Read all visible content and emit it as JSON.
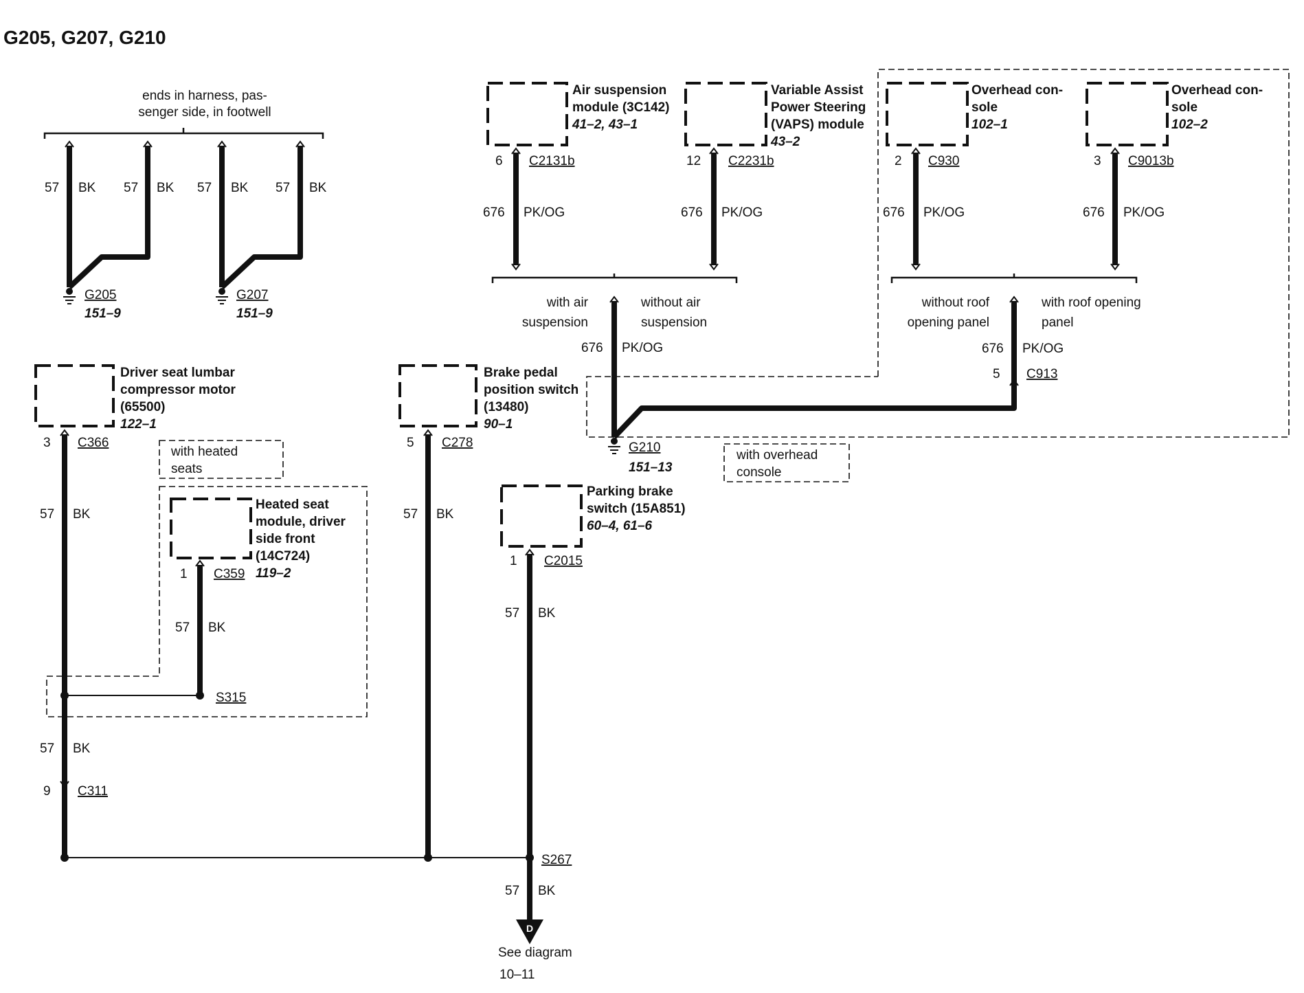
{
  "title": "G205, G207, G210",
  "harness_note": [
    "ends in harness, pas-",
    "senger side, in footwell"
  ],
  "wire_57_bk": {
    "num": "57",
    "color": "BK"
  },
  "wire_676_pkog": {
    "num": "676",
    "color": "PK/OG"
  },
  "grounds": {
    "g205": {
      "id": "G205",
      "ref": "151–9"
    },
    "g207": {
      "id": "G207",
      "ref": "151–9"
    },
    "g210": {
      "id": "G210",
      "ref": "151–13"
    }
  },
  "components": {
    "air_suspension": {
      "lines": [
        "Air suspension",
        "module (3C142)"
      ],
      "ref": "41–2, 43–1",
      "pin": "6",
      "connector": "C2131b"
    },
    "vaps": {
      "lines": [
        "Variable Assist",
        "Power Steering",
        "(VAPS) module"
      ],
      "ref": "43–2",
      "pin": "12",
      "connector": "C2231b"
    },
    "overhead_1": {
      "lines": [
        "Overhead con-",
        "sole"
      ],
      "ref": "102–1",
      "pin": "2",
      "connector": "C930"
    },
    "overhead_2": {
      "lines": [
        "Overhead con-",
        "sole"
      ],
      "ref": "102–2",
      "pin": "3",
      "connector": "C9013b"
    },
    "lumbar": {
      "lines": [
        "Driver seat lumbar",
        "compressor motor",
        "(65500)"
      ],
      "ref": "122–1",
      "pin": "3",
      "connector": "C366"
    },
    "brake_pedal": {
      "lines": [
        "Brake pedal",
        "position switch",
        "(13480)"
      ],
      "ref": "90–1",
      "pin": "5",
      "connector": "C278"
    },
    "heated_seat": {
      "lines": [
        "Heated seat",
        "module, driver",
        "side front",
        "(14C724)"
      ],
      "ref": "119–2",
      "pin": "1",
      "connector": "C359"
    },
    "parking_brake": {
      "lines": [
        "Parking brake",
        "switch (15A851)"
      ],
      "ref": "60–4, 61–6",
      "pin": "1",
      "connector": "C2015"
    }
  },
  "options": {
    "with_air": [
      "with air",
      "suspension"
    ],
    "without_air": [
      "without air",
      "suspension"
    ],
    "without_roof": [
      "without roof",
      "opening panel"
    ],
    "with_roof": [
      "with roof opening",
      "panel"
    ],
    "with_heated": [
      "with heated",
      "seats"
    ],
    "with_overhead": [
      "with overhead",
      "console"
    ]
  },
  "connectors": {
    "c913": {
      "pin": "5",
      "id": "C913"
    },
    "c311": {
      "pin": "9",
      "id": "C311"
    }
  },
  "splices": {
    "s315": "S315",
    "s267": "S267"
  },
  "destination": {
    "letter": "D",
    "text": [
      "See diagram",
      "10–11"
    ]
  }
}
